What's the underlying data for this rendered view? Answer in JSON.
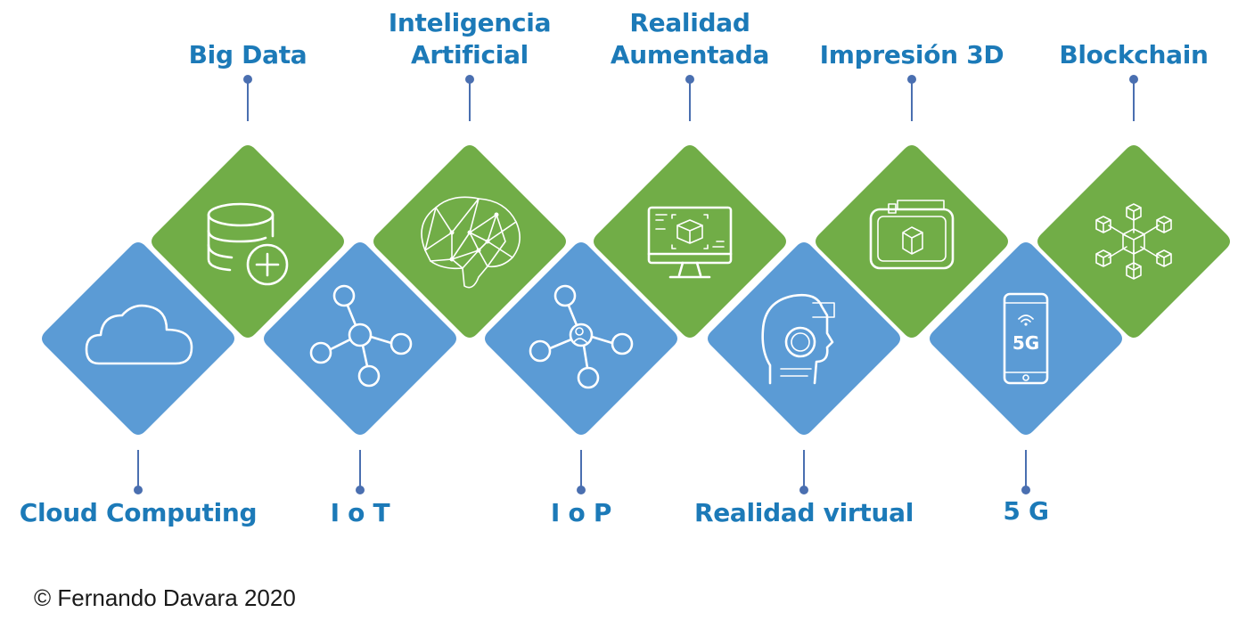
{
  "diagram": {
    "colors": {
      "green": "#71ad47",
      "blue": "#5b9bd5",
      "label": "#1c7ab8",
      "connector": "#4a6fb0"
    },
    "top_items": [
      {
        "label": "Big Data",
        "icon": "database-plus-icon"
      },
      {
        "label": "Inteligencia\nArtificial",
        "icon": "brain-icon"
      },
      {
        "label": "Realidad\nAumentada",
        "icon": "ar-monitor-icon"
      },
      {
        "label": "Impresión 3D",
        "icon": "3d-printer-icon"
      },
      {
        "label": "Blockchain",
        "icon": "blockchain-cubes-icon"
      }
    ],
    "bottom_items": [
      {
        "label": "Cloud Computing",
        "icon": "cloud-icon"
      },
      {
        "label": "I o T",
        "icon": "network-hub-icon"
      },
      {
        "label": "I o P",
        "icon": "people-network-icon"
      },
      {
        "label": "Realidad virtual",
        "icon": "vr-headset-icon"
      },
      {
        "label": "5 G",
        "icon": "smartphone-5g-icon",
        "badge": "5G"
      }
    ]
  },
  "footer": {
    "copyright": "© Fernando Davara 2020"
  }
}
